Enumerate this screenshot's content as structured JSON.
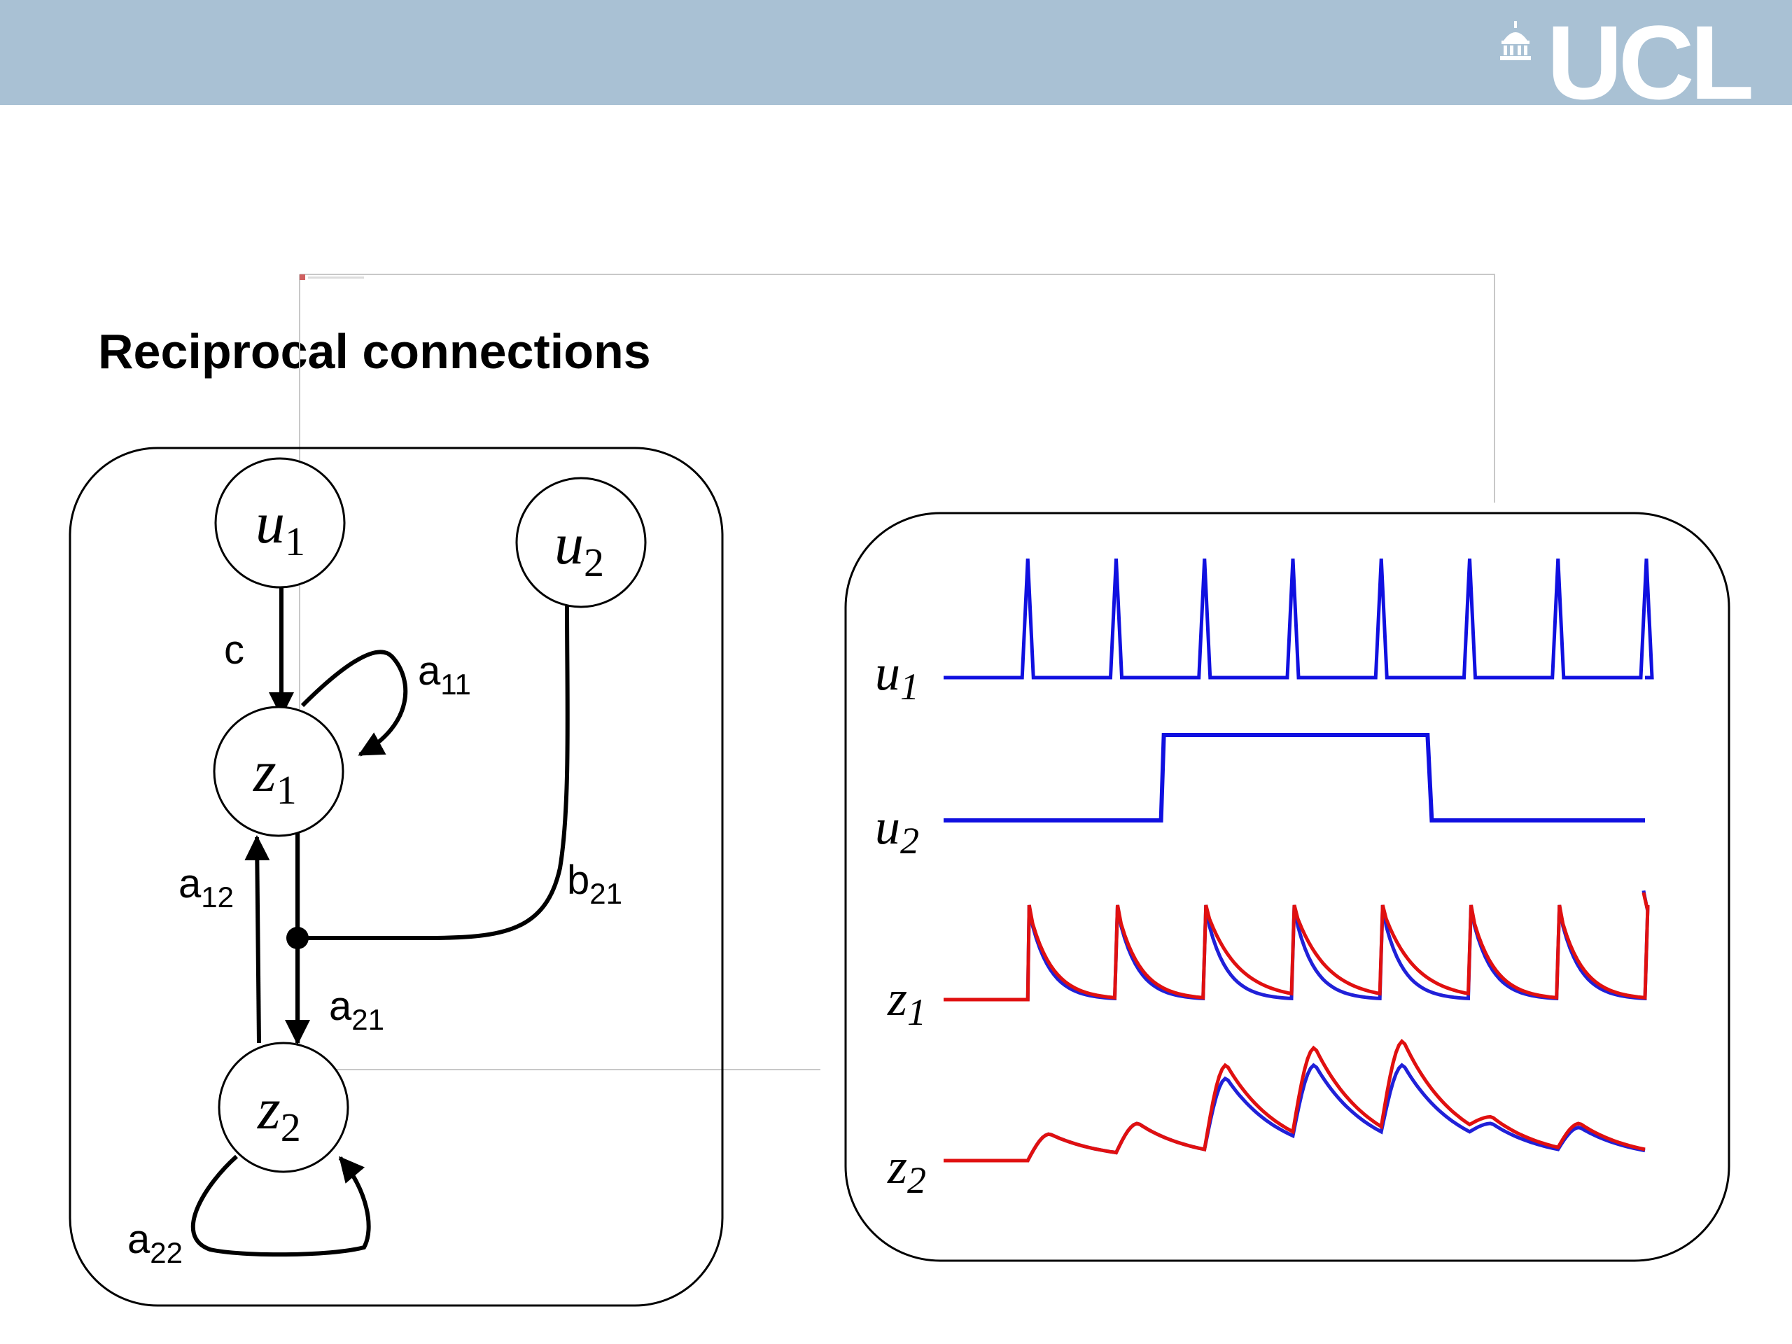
{
  "header": {
    "logo_text": "UCL",
    "logo_icon": "ucl-dome-icon",
    "background": "#a9c1d4"
  },
  "title": "Reciprocal connections",
  "diagram": {
    "nodes": [
      {
        "id": "u1",
        "base": "u",
        "sub": "1"
      },
      {
        "id": "u2",
        "base": "u",
        "sub": "2"
      },
      {
        "id": "z1",
        "base": "z",
        "sub": "1"
      },
      {
        "id": "z2",
        "base": "z",
        "sub": "2"
      }
    ],
    "edge_labels": {
      "c": {
        "base": "c",
        "sub": ""
      },
      "a11": {
        "base": "a",
        "sub": "11"
      },
      "a12": {
        "base": "a",
        "sub": "12"
      },
      "a21": {
        "base": "a",
        "sub": "21"
      },
      "a22": {
        "base": "a",
        "sub": "22"
      },
      "b21": {
        "base": "b",
        "sub": "21"
      }
    }
  },
  "traces": {
    "labels": [
      {
        "id": "u1",
        "base": "u",
        "sub": "1"
      },
      {
        "id": "u2",
        "base": "u",
        "sub": "2"
      },
      {
        "id": "z1",
        "base": "z",
        "sub": "1"
      },
      {
        "id": "z2",
        "base": "z",
        "sub": "2"
      }
    ],
    "u1_spike_count": 8,
    "u2_on_interval": [
      0.31,
      0.69
    ],
    "colors": {
      "input": "#1010e0",
      "blue_trace": "#2020d8",
      "red_trace": "#e01010"
    },
    "z2_blue_peaks": [
      0.2,
      0.28,
      0.62,
      0.72,
      0.72,
      0.28,
      0.25
    ],
    "z2_red_peaks": [
      0.2,
      0.28,
      0.72,
      0.85,
      0.9,
      0.33,
      0.28
    ]
  }
}
